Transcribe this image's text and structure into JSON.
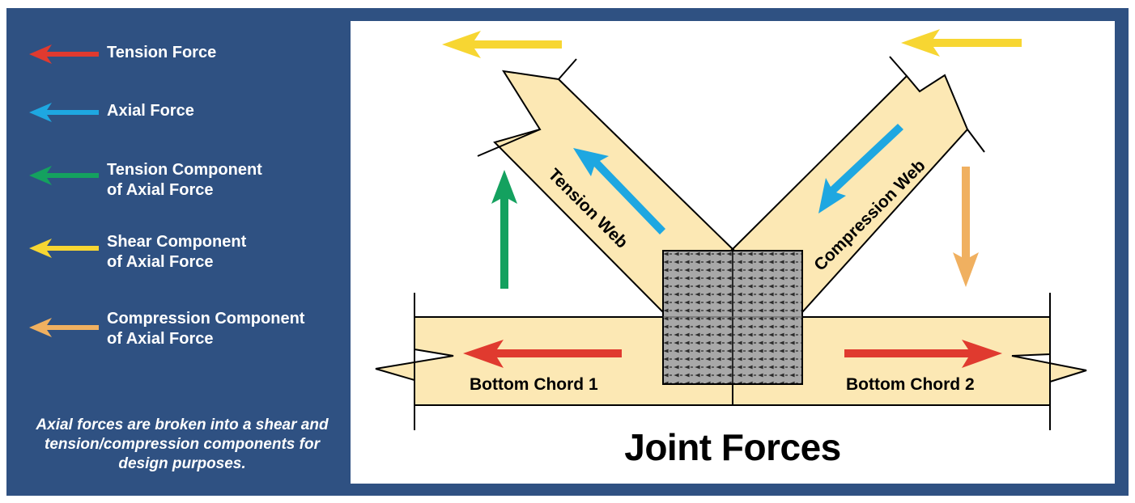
{
  "legend": {
    "items": [
      {
        "line1": "Tension Force",
        "line2": "",
        "color": "#e03a2f"
      },
      {
        "line1": "Axial Force",
        "line2": "",
        "color": "#1ea7e1"
      },
      {
        "line1": "Tension Component",
        "line2": "of Axial Force",
        "color": "#14a15f"
      },
      {
        "line1": "Shear Component",
        "line2": "of Axial Force",
        "color": "#f7d632"
      },
      {
        "line1": "Compression Component",
        "line2": "of Axial Force",
        "color": "#f0b060"
      }
    ],
    "note": "Axial forces are broken into a shear and tension/compression components for design purposes."
  },
  "diagram": {
    "title": "Joint Forces",
    "labels": {
      "tension_web": "Tension Web",
      "compression_web": "Compression Web",
      "bottom_chord_1": "Bottom Chord 1",
      "bottom_chord_2": "Bottom Chord 2"
    },
    "colors": {
      "wood": "#fce8b4",
      "plate": "#a8a8a8",
      "frame": "#2f5182"
    }
  }
}
